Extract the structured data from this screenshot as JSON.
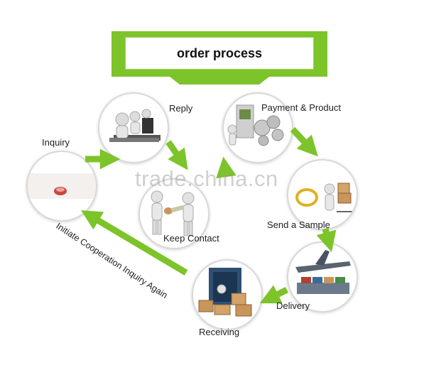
{
  "title": "order process",
  "steps": {
    "inquiry": "Inquiry",
    "reply": "Reply",
    "payment": "Payment & Product",
    "keep_contact": "Keep Contact",
    "send_sample": "Send a Sample",
    "delivery": "Delivery",
    "receiving": "Receiving"
  },
  "cycle_label": "Initiate Cooperation Inquiry Again",
  "watermark": "trade.china.cn",
  "colors": {
    "accent_green": "#7cc42a",
    "circle_border": "#d9d9d9"
  },
  "icons": [
    "call-center-icon",
    "handshake-icon",
    "payment-gears-icon",
    "sample-delivery-icon",
    "airplane-ship-icon",
    "warehouse-boxes-icon",
    "inquiry-icon"
  ]
}
